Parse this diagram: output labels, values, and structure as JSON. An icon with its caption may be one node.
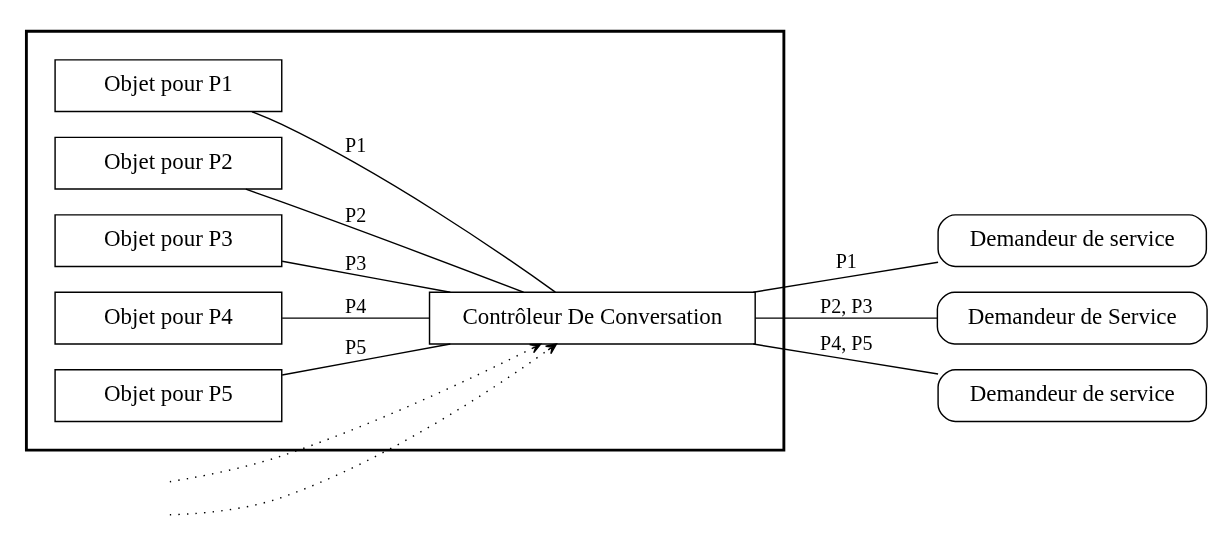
{
  "diagram": {
    "nodes": [
      {
        "text": [],
        "shape": "box"
      },
      {
        "text": [
          "Objet pour P1"
        ],
        "in": 0
      },
      {
        "text": [
          "Objet pour P2"
        ],
        "in": 0
      },
      {
        "text": [
          "Objet pour P3"
        ],
        "in": 0
      },
      {
        "text": [
          "Objet pour P4"
        ],
        "in": 0
      },
      {
        "text": [
          "Objet pour P5"
        ],
        "in": 0
      },
      {
        "text": [
          "Contrôleur De Conversation"
        ],
        "in": 0
      },
      {
        "text": [
          "Demandeur de service"
        ]
      },
      {
        "text": [
          "Demandeur de Service"
        ]
      },
      {
        "text": [
          "Demandeur de service"
        ]
      }
    ],
    "edges": [
      {
        "from": 1,
        "to": 6,
        "arrow": "none",
        "label": "P1"
      },
      {
        "from": 2,
        "to": 6,
        "arrow": "none",
        "label": "P2"
      },
      {
        "from": 3,
        "to": 6,
        "arrow": "none",
        "label": "P3"
      },
      {
        "from": 4,
        "to": 6,
        "arrow": "none",
        "label": "P4"
      },
      {
        "from": 5,
        "to": 6,
        "arrow": "none",
        "label": "P5"
      },
      {
        "from": 6,
        "to": 7,
        "arrow": "none",
        "label": "P1"
      },
      {
        "from": 6,
        "to": 8,
        "arrow": "none",
        "label": "P2, P3"
      },
      {
        "from": 6,
        "to": 9,
        "arrow": "none",
        "label": "P4, P5"
      },
      {
        "from": null,
        "to": 6,
        "arrow": "to",
        "style": "dashed"
      },
      {
        "from": null,
        "to": 6,
        "arrow": "to",
        "style": "dashed"
      }
    ]
  }
}
